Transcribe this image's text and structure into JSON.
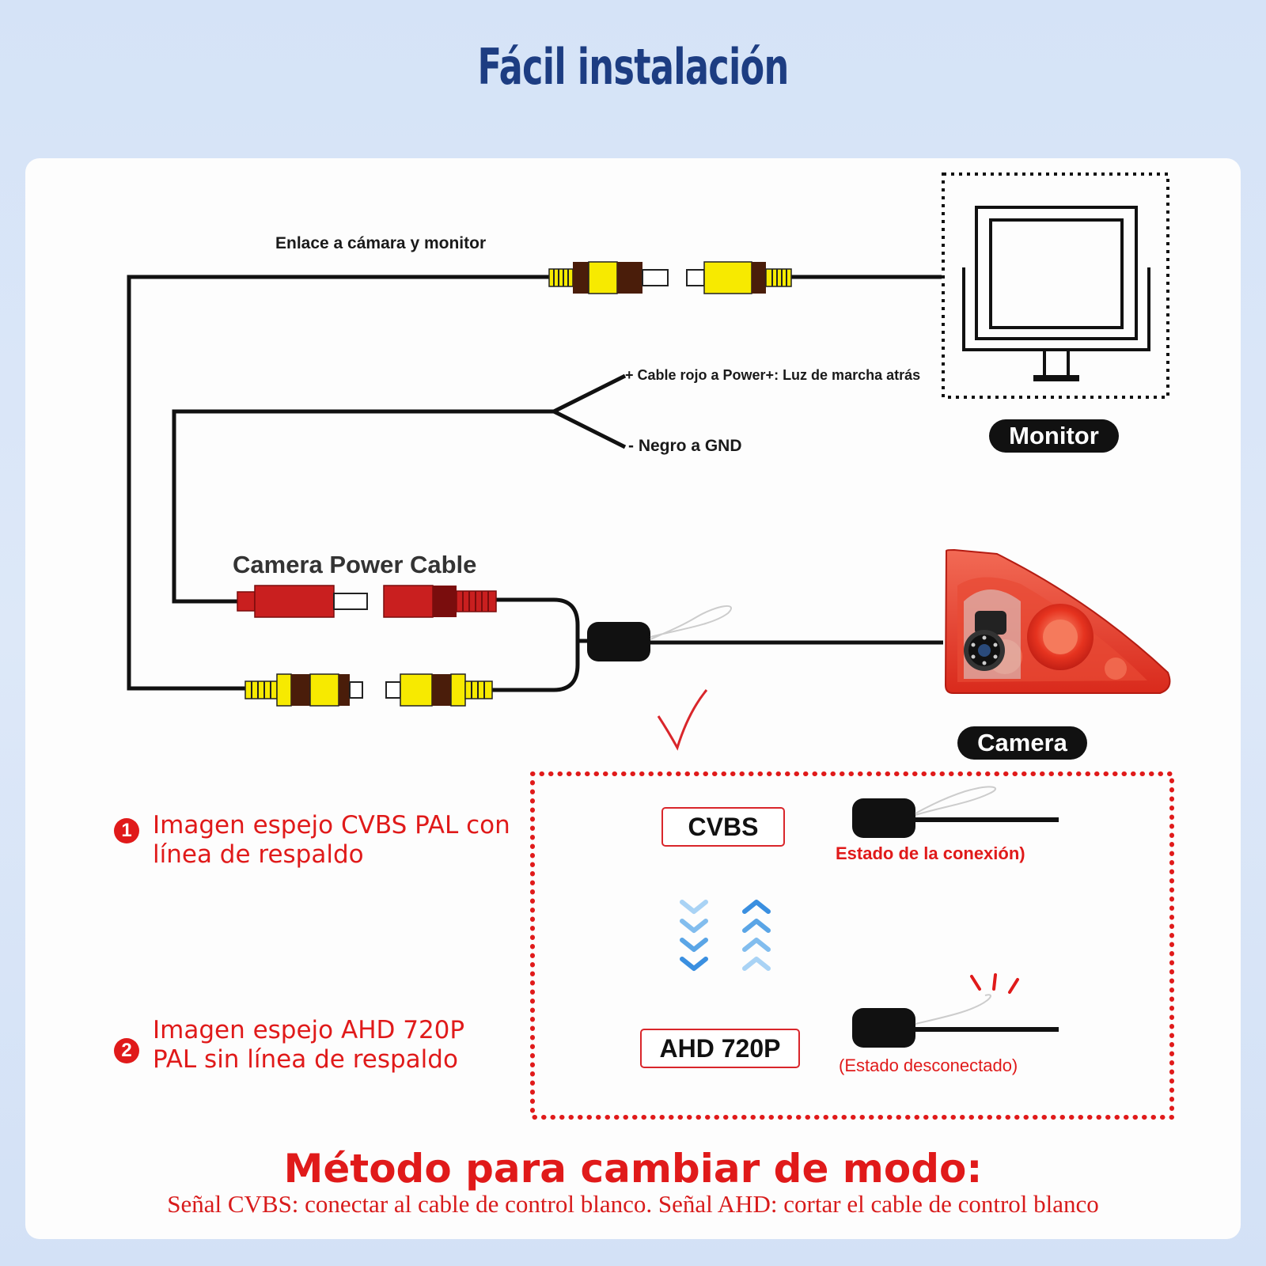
{
  "title": "Fácil instalación",
  "labels": {
    "link": "Enlace a cámara y monitor",
    "power_red": "+ Cable rojo a Power+: Luz de marcha atrás",
    "ground": "- Negro a GND",
    "power_cable": "Camera Power Cable"
  },
  "devices": {
    "monitor": "Monitor",
    "camera": "Camera"
  },
  "modes": [
    {
      "number": "1",
      "description_line1": "Imagen espejo CVBS PAL con",
      "description_line2": "línea de respaldo",
      "tag": "CVBS",
      "state": "Estado de la conexión)"
    },
    {
      "number": "2",
      "description_line1": "Imagen espejo AHD 720P",
      "description_line2": "PAL sin línea de respaldo",
      "tag": "AHD 720P",
      "state": "(Estado desconectado)"
    }
  ],
  "method": {
    "title": "Método para cambiar de modo:",
    "subtitle": "Señal CVBS: conectar al cable de control blanco. Señal AHD: cortar el cable de control blanco"
  },
  "colors": {
    "title_blue": "#1d3d82",
    "accent_red": "#e01a1a",
    "connector_yellow": "#f7ea00",
    "connector_red": "#c91f1f",
    "arrow_blue": "#3a8fe0"
  },
  "icons": [
    "monitor-icon",
    "camera-icon",
    "checkmark-icon",
    "arrow-down-icon",
    "arrow-up-icon",
    "rca-connector-icon",
    "power-connector-icon"
  ]
}
